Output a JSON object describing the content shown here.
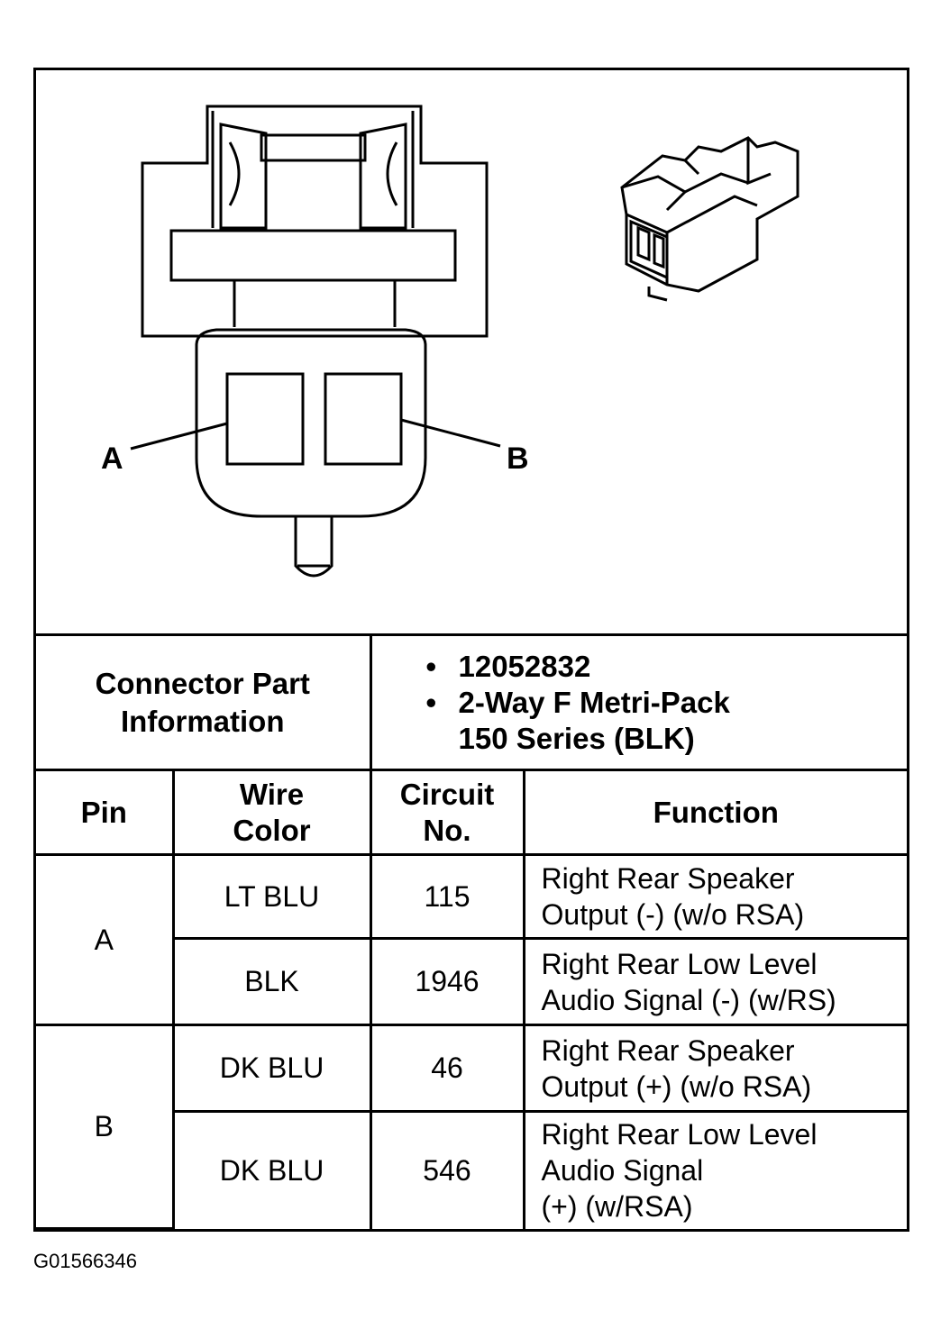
{
  "figure_id": "G01566346",
  "diagram": {
    "pin_labels": [
      "A",
      "B"
    ]
  },
  "part_info": {
    "label": "Connector Part Information",
    "items": [
      "12052832",
      "2-Way F Metri-Pack 150 Series (BLK)"
    ]
  },
  "table": {
    "headers": {
      "pin": "Pin",
      "wire_color": "Wire Color",
      "circuit": "Circuit No.",
      "function": "Function"
    },
    "rows": [
      {
        "pin": "A",
        "wire_color": "LT BLU",
        "circuit": "115",
        "function_line1": "Right Rear Speaker",
        "function_line2": "Output (-) (w/o RSA)",
        "function_line3": ""
      },
      {
        "pin": "",
        "wire_color": "BLK",
        "circuit": "1946",
        "function_line1": "Right Rear Low Level",
        "function_line2": "Audio Signal (-) (w/RS)",
        "function_line3": ""
      },
      {
        "pin": "B",
        "wire_color": "DK BLU",
        "circuit": "46",
        "function_line1": "Right Rear Speaker",
        "function_line2": "Output (+) (w/o RSA)",
        "function_line3": ""
      },
      {
        "pin": "",
        "wire_color": "DK BLU",
        "circuit": "546",
        "function_line1": "Right Rear Low Level",
        "function_line2": "Audio Signal",
        "function_line3": "(+) (w/RSA)"
      }
    ]
  }
}
